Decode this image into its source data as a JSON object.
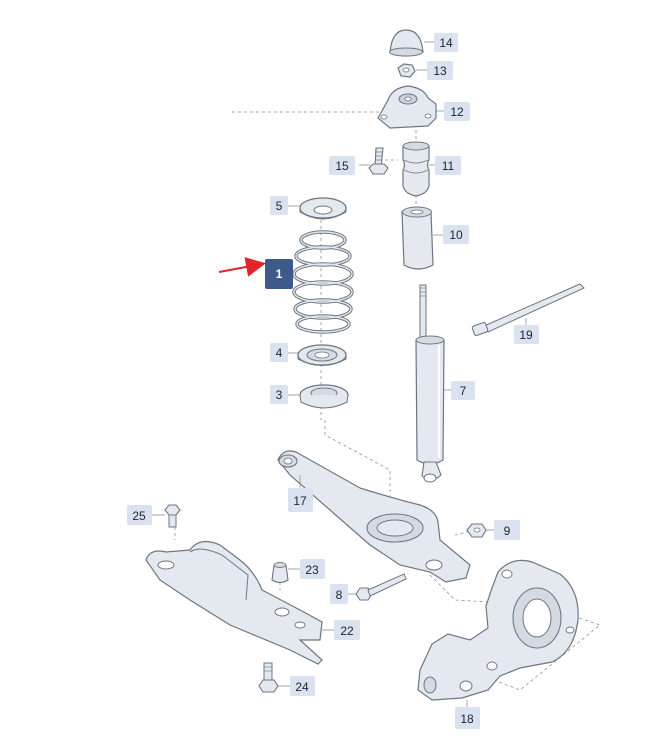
{
  "diagram": {
    "colors": {
      "part_fill": "#e4e9ef",
      "part_stroke": "#6d7682",
      "label_bg": "#d9e2ee",
      "highlight_bg": "#3e5a8a",
      "arrow": "#e0262b",
      "leader": "#8a9099"
    },
    "labels": {
      "p1": "1",
      "p3": "3",
      "p4": "4",
      "p5": "5",
      "p7": "7",
      "p8": "8",
      "p9": "9",
      "p10": "10",
      "p11": "11",
      "p12": "12",
      "p13": "13",
      "p14": "14",
      "p15": "15",
      "p17": "17",
      "p18": "18",
      "p19": "19",
      "p22": "22",
      "p23": "23",
      "p24": "24",
      "p25": "25"
    },
    "highlighted_part": "1"
  }
}
